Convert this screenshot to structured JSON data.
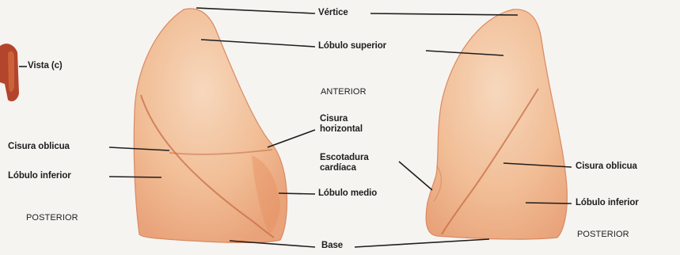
{
  "diagram": {
    "labels": {
      "view": "Vista (c)",
      "apex": "Vértice",
      "upper_lobe": "Lóbulo superior",
      "anterior": "ANTERIOR",
      "horizontal_fissure_l1": "Cisura",
      "horizontal_fissure_l2": "horizontal",
      "cardiac_notch_l1": "Escotadura",
      "cardiac_notch_l2": "cardíaca",
      "oblique_fissure_left": "Cisura oblicua",
      "lower_lobe_left": "Lóbulo inferior",
      "middle_lobe": "Lóbulo medio",
      "oblique_fissure_right": "Cisura oblicua",
      "lower_lobe_right": "Lóbulo inferior",
      "posterior_left": "POSTERIOR",
      "posterior_right": "POSTERIOR",
      "base": "Base"
    },
    "colors": {
      "lung_fill": "#f0b487",
      "lung_fill_light": "#f7d8bd",
      "lung_edge": "#d98a63",
      "fissure": "#c4683f",
      "leader_line": "#1e1e1e",
      "label_text": "#1e1e1e",
      "background": "#f6f4f1",
      "thumbnail": "#b3452c"
    }
  }
}
